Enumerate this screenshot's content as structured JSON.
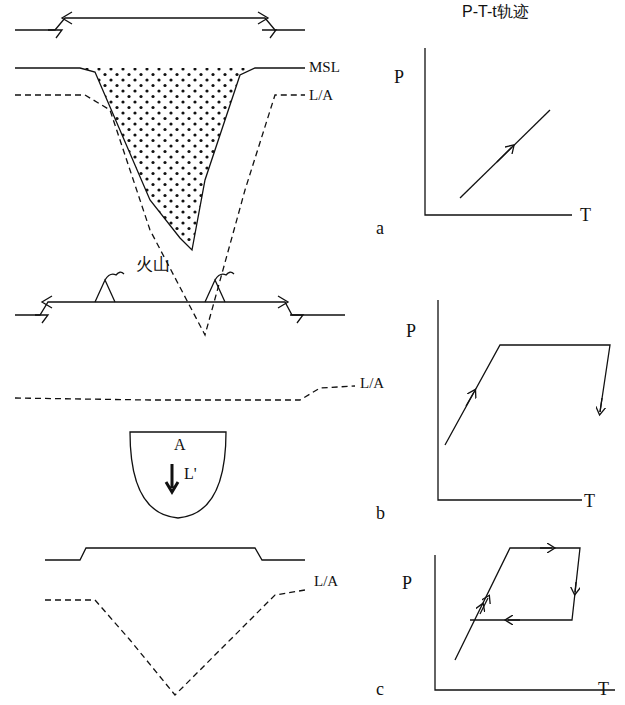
{
  "diagram": {
    "nodes": [
      {
        "text": [
          "A",
          "L'"
        ]
      }
    ],
    "labels": [
      "P-T-t轨迹",
      "MSL",
      "L/A",
      "P",
      "T",
      "a",
      "火山",
      "L/A",
      "P",
      "T",
      "b",
      "L/A",
      "P",
      "T",
      "c"
    ]
  }
}
